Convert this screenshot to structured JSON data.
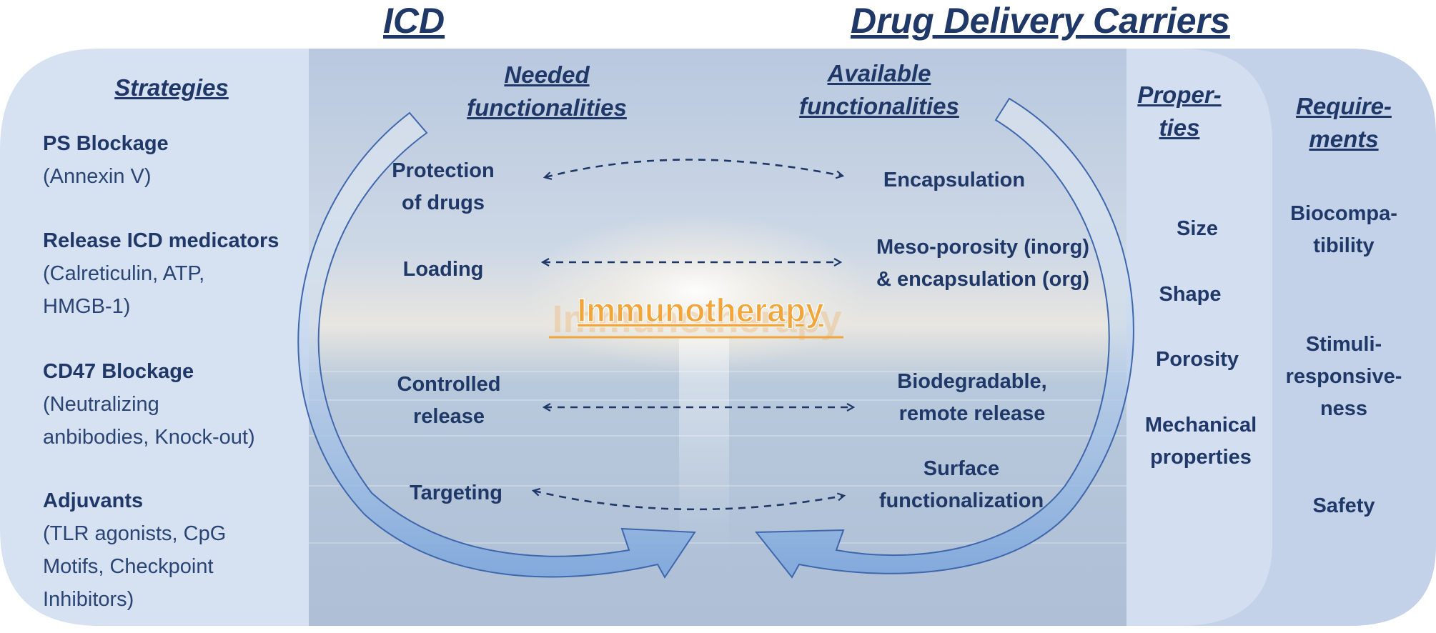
{
  "titles": {
    "icd": "ICD",
    "ddc": "Drug Delivery Carriers"
  },
  "headers": {
    "strategies": "Strategies",
    "needed_1": "Needed",
    "needed_2": "functionalities",
    "available_1": "Available",
    "available_2": "functionalities",
    "properties_1": "Proper-",
    "properties_2": "ties",
    "requirements_1": "Require-",
    "requirements_2": "ments"
  },
  "strategies": [
    {
      "title": "PS Blockage",
      "lines": [
        "(Annexin V)"
      ]
    },
    {
      "title": "Release ICD medicators",
      "lines": [
        "(Calreticulin, ATP,",
        "HMGB-1)"
      ]
    },
    {
      "title": "CD47 Blockage",
      "lines": [
        "(Neutralizing",
        "anbibodies, Knock-out)"
      ]
    },
    {
      "title": "Adjuvants",
      "lines": [
        "(TLR agonists, CpG",
        "Motifs, Checkpoint",
        "Inhibitors)"
      ]
    }
  ],
  "needed": [
    [
      "Protection",
      "of drugs"
    ],
    [
      "Loading"
    ],
    [
      "Controlled",
      "release"
    ],
    [
      "Targeting"
    ]
  ],
  "available": [
    [
      "Encapsulation"
    ],
    [
      "Meso-porosity (inorg)",
      "& encapsulation (org)"
    ],
    [
      "Biodegradable,",
      "remote release"
    ],
    [
      "Surface",
      "functionalization"
    ]
  ],
  "center": {
    "label": "Immunotherapy"
  },
  "properties": [
    [
      "Size"
    ],
    [
      "Shape"
    ],
    [
      "Porosity"
    ],
    [
      "Mechanical",
      "properties"
    ]
  ],
  "requirements": [
    [
      "Biocompa-",
      "tibility"
    ],
    [
      "Stimuli-",
      "responsive-",
      "ness"
    ],
    [
      "Safety"
    ]
  ],
  "colors": {
    "text": "#1f3868",
    "panel_left": "#d5e0f0",
    "panel_mid": "#cdd9ee",
    "panel_right": "#c4d3ea",
    "arrow_fill": "#a9c6ea",
    "arrow_stroke": "#4a72b5",
    "immuno": "#f2a53a"
  }
}
